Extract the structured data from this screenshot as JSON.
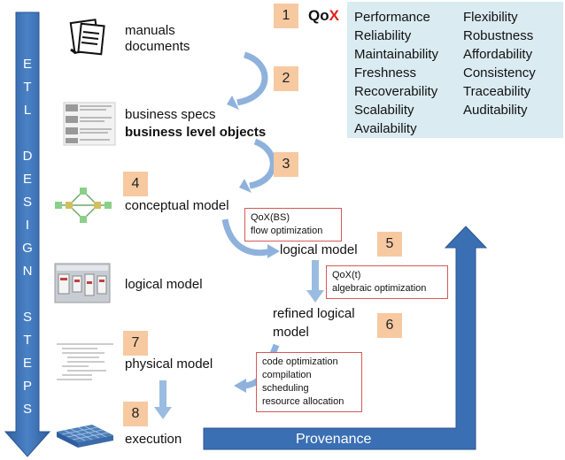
{
  "etl_letters": [
    "E",
    "T",
    "L",
    "",
    "D",
    "E",
    "S",
    "I",
    "G",
    "N",
    "",
    "S",
    "T",
    "E",
    "P",
    "S"
  ],
  "steps": {
    "s1": "1",
    "s2": "2",
    "s3": "3",
    "s4": "4",
    "s5": "5",
    "s6": "6",
    "s7": "7",
    "s8": "8"
  },
  "qox_label": {
    "prefix": "Qo",
    "suffix": "X"
  },
  "qox_col1": [
    "Performance",
    "Reliability",
    "Maintainability",
    "Freshness",
    "Recoverability",
    "Scalability",
    "Availability"
  ],
  "qox_col2": [
    "Flexibility",
    "Robustness",
    "Affordability",
    "Consistency",
    "Traceability",
    "Auditability"
  ],
  "labels": {
    "manuals": "manuals",
    "documents": "documents",
    "business_specs": "business specs",
    "business_objects": "business level objects",
    "conceptual_model": "conceptual model",
    "logical_model_left": "logical model",
    "logical_model_mid": "logical model",
    "refined_logical_line1": "refined logical",
    "refined_logical_line2": "model",
    "physical_model": "physical model",
    "execution": "execution",
    "provenance": "Provenance"
  },
  "boxes": {
    "qox_bs": [
      "QoX(BS)",
      "flow optimization"
    ],
    "qox_t": [
      "QoX(t)",
      "algebraic optimization"
    ],
    "physical_ops": [
      "code optimization",
      "compilation",
      "scheduling",
      "resource allocation"
    ]
  },
  "colors": {
    "arrow_blue": "#3a6fb3",
    "arrow_light": "#9bbce0",
    "step_badge": "#f7c9a1",
    "qox_panel": "#daebf2",
    "box_border": "#d45a5a",
    "qox_x": "#e02020"
  }
}
